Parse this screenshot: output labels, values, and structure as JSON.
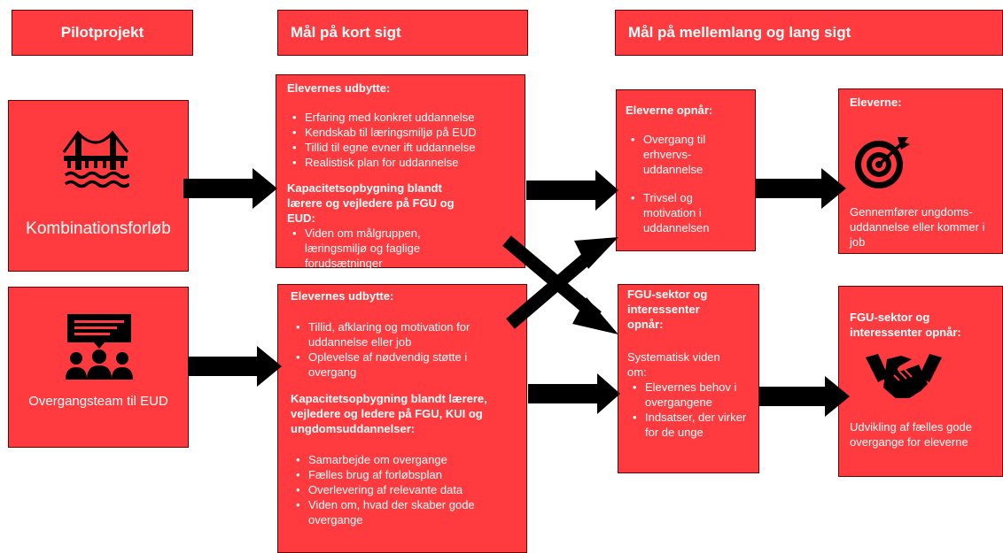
{
  "headers": {
    "pilot": "Pilotprojekt",
    "short": "Mål på kort sigt",
    "long": "Mål på mellemlang  og lang sigt"
  },
  "pilots": {
    "kombination": {
      "label": "Kombinationsforløb",
      "icon": "bridge-icon"
    },
    "overgang": {
      "label": "Overgangsteam til EUD",
      "icon": "team-meeting-icon"
    }
  },
  "short_top": {
    "title1": "Elevernes udbytte:",
    "items1": [
      "Erfaring med konkret uddannelse",
      "Kendskab til læringsmiljø  på EUD",
      "Tillid til egne evner ift uddannelse",
      "Realistisk plan for uddannelse"
    ],
    "title2": "Kapacitetsopbygning  blandt lærere og vejledere  på FGU og EUD:",
    "items2": [
      "Viden om målgruppen, læringsmiljø  og faglige forudsætninger"
    ]
  },
  "short_bottom": {
    "title1": "Elevernes  udbytte:",
    "items1": [
      "Tillid, afklaring og motivation  for uddannelse  eller job",
      "Oplevelse  af nødvendig  støtte  i overgang"
    ],
    "title2": "Kapacitetsopbygning  blandt lærere, vejledere og ledere på FGU, KUI og ungdomsuddannelser:",
    "items2": [
      "Samarbejde  om overgange",
      "Fælles brug af forløbsplan",
      "Overlevering   af relevante data",
      "Viden om, hvad der  skaber gode overgange"
    ]
  },
  "mid_top": {
    "title": "Eleverne  opnår:",
    "items": [
      "Overgang til erhvervs- uddannelse",
      "Trivsel og motivation   i uddannelsen"
    ]
  },
  "mid_bottom": {
    "title": "FGU-sektor  og interessenter opnår:",
    "intro": "Systematisk  viden om:",
    "items": [
      "Elevernes behov i overgangene",
      "Indsatser, der virker for de unge"
    ]
  },
  "long_top": {
    "title": "Eleverne:",
    "icon": "target-icon",
    "text": "Gennemfører  ungdoms- uddannelse  eller kommer  i job"
  },
  "long_bottom": {
    "title": "FGU-sektor  og interessenter   opnår:",
    "icon": "handshake-icon",
    "text": "Udvikling  af fælles gode overgange  for eleverne"
  },
  "colors": {
    "box": "#ff3b3f",
    "arrow": "#000000",
    "text": "#ffffff"
  }
}
